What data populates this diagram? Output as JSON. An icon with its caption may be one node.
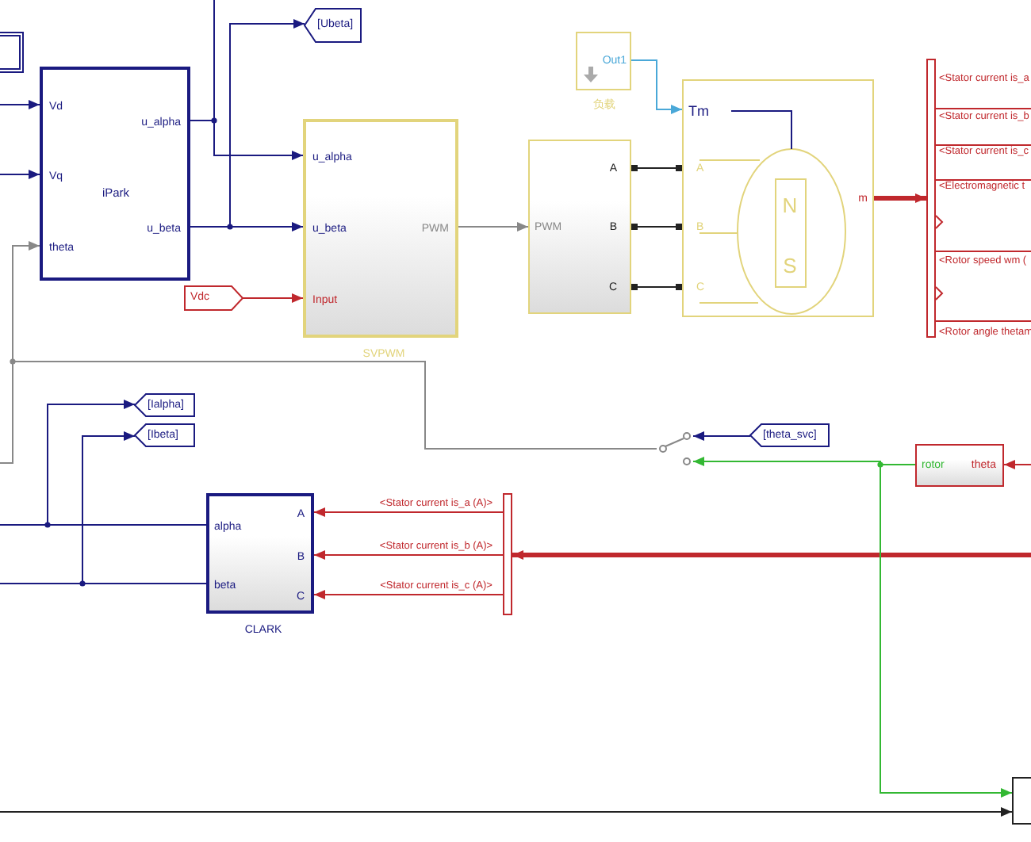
{
  "diagram": {
    "nodes": [
      {
        "text": [],
        "shape": "box"
      },
      {
        "text": [
          "Vd",
          "Vq",
          "theta",
          "u_alpha",
          "u_beta",
          "iPark"
        ]
      },
      {
        "text": [
          "[Ubeta]"
        ]
      },
      {
        "text": [
          "u_alpha",
          "u_beta",
          "Input",
          "PWM"
        ],
        "beside": [
          "SVPWM"
        ]
      },
      {
        "text": [
          "Vdc"
        ]
      },
      {
        "text": [
          "Out1"
        ],
        "beside": [
          "负载"
        ]
      },
      {
        "text": [
          "PWM",
          "A",
          "B",
          "C"
        ]
      },
      {
        "text": [
          "Tm",
          "A",
          "B",
          "C",
          "m",
          "N",
          "S"
        ]
      },
      {
        "text": [
          "<Stator current is_a",
          "<Stator current is_b",
          "<Stator current is_c",
          "<Electromagnetic t",
          "<Rotor speed wm (",
          "<Rotor angle thetam"
        ]
      },
      {
        "text": [
          "[Ialpha]"
        ]
      },
      {
        "text": [
          "[Ibeta]"
        ]
      },
      {
        "text": [
          "[theta_svc]"
        ]
      },
      {
        "text": [],
        "shape": "switch"
      },
      {
        "text": [
          "rotor",
          "theta"
        ]
      },
      {
        "text": [
          "alpha",
          "beta",
          "A",
          "B",
          "C"
        ],
        "beside": [
          "CLARK"
        ]
      },
      {
        "text": [],
        "shape": "bar"
      },
      {
        "text": [],
        "shape": "box"
      }
    ],
    "edges": [
      {
        "from": null,
        "to": 1,
        "arrow": "to"
      },
      {
        "from": null,
        "to": 1,
        "arrow": "to"
      },
      {
        "from": 12,
        "to": 1,
        "arrow": "to",
        "color": "#888888"
      },
      {
        "from": 12,
        "to": null,
        "arrow": "none",
        "color": "#888888"
      },
      {
        "from": 1,
        "to": null,
        "arrow": "none"
      },
      {
        "from": 1,
        "to": 3,
        "arrow": "to"
      },
      {
        "from": 1,
        "to": 2,
        "arrow": "to"
      },
      {
        "from": 1,
        "to": 3,
        "arrow": "to"
      },
      {
        "from": 4,
        "to": 3,
        "arrow": "to",
        "color": "#c0282d"
      },
      {
        "from": 3,
        "to": 6,
        "arrow": "to",
        "color": "#888888"
      },
      {
        "from": 6,
        "to": 7,
        "arrow": "other",
        "color": "#222222"
      },
      {
        "from": 6,
        "to": 7,
        "arrow": "other",
        "color": "#222222"
      },
      {
        "from": 6,
        "to": 7,
        "arrow": "other",
        "color": "#222222"
      },
      {
        "from": 5,
        "to": 7,
        "arrow": "to",
        "color": "#4aa8d8"
      },
      {
        "from": 7,
        "to": 8,
        "arrow": "to",
        "style": "thick",
        "color": "#c0282d"
      },
      {
        "from": null,
        "to": 15,
        "arrow": "to",
        "style": "thick",
        "color": "#c0282d"
      },
      {
        "from": 15,
        "to": 14,
        "arrow": "to",
        "label": "<Stator current is_a (A)>",
        "color": "#c0282d"
      },
      {
        "from": 15,
        "to": 14,
        "arrow": "to",
        "label": "<Stator current is_b (A)>",
        "color": "#c0282d"
      },
      {
        "from": 15,
        "to": 14,
        "arrow": "to",
        "label": "<Stator current is_c (A)>",
        "color": "#c0282d"
      },
      {
        "from": 14,
        "to": 9,
        "arrow": "to"
      },
      {
        "from": 14,
        "to": null,
        "arrow": "none"
      },
      {
        "from": 14,
        "to": 10,
        "arrow": "to"
      },
      {
        "from": 14,
        "to": null,
        "arrow": "none"
      },
      {
        "from": 11,
        "to": 12,
        "arrow": "to"
      },
      {
        "from": 13,
        "to": 12,
        "arrow": "to",
        "color": "#33b833"
      },
      {
        "from": 13,
        "to": 16,
        "arrow": "to",
        "color": "#33b833"
      },
      {
        "from": null,
        "to": 13,
        "arrow": "to",
        "color": "#c0282d"
      },
      {
        "from": null,
        "to": 16,
        "arrow": "to",
        "color": "#222222"
      }
    ]
  }
}
